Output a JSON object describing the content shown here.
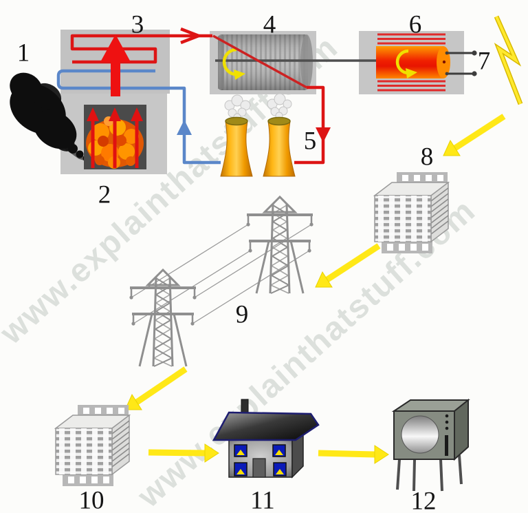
{
  "watermark": {
    "text": "www.explainthatstuff.com"
  },
  "callouts": {
    "coal": "1",
    "furnace": "2",
    "boiler_steam_out": "3",
    "turbine": "4",
    "condenser_pipe": "5",
    "generator": "6",
    "power_output": "7",
    "stepup_transformer": "8",
    "pylons": "9",
    "stepdown_transformer": "10",
    "house": "11",
    "television": "12"
  },
  "colors": {
    "steam_red": "#dd1515",
    "water_blue": "#5b87c9",
    "energy_yellow": "#ffe817",
    "fire_orange": "#ff7a00",
    "rotor_orange_red": "#f31500",
    "machine_grey": "#c5c5c5",
    "coal_black": "#0d0d0d"
  }
}
